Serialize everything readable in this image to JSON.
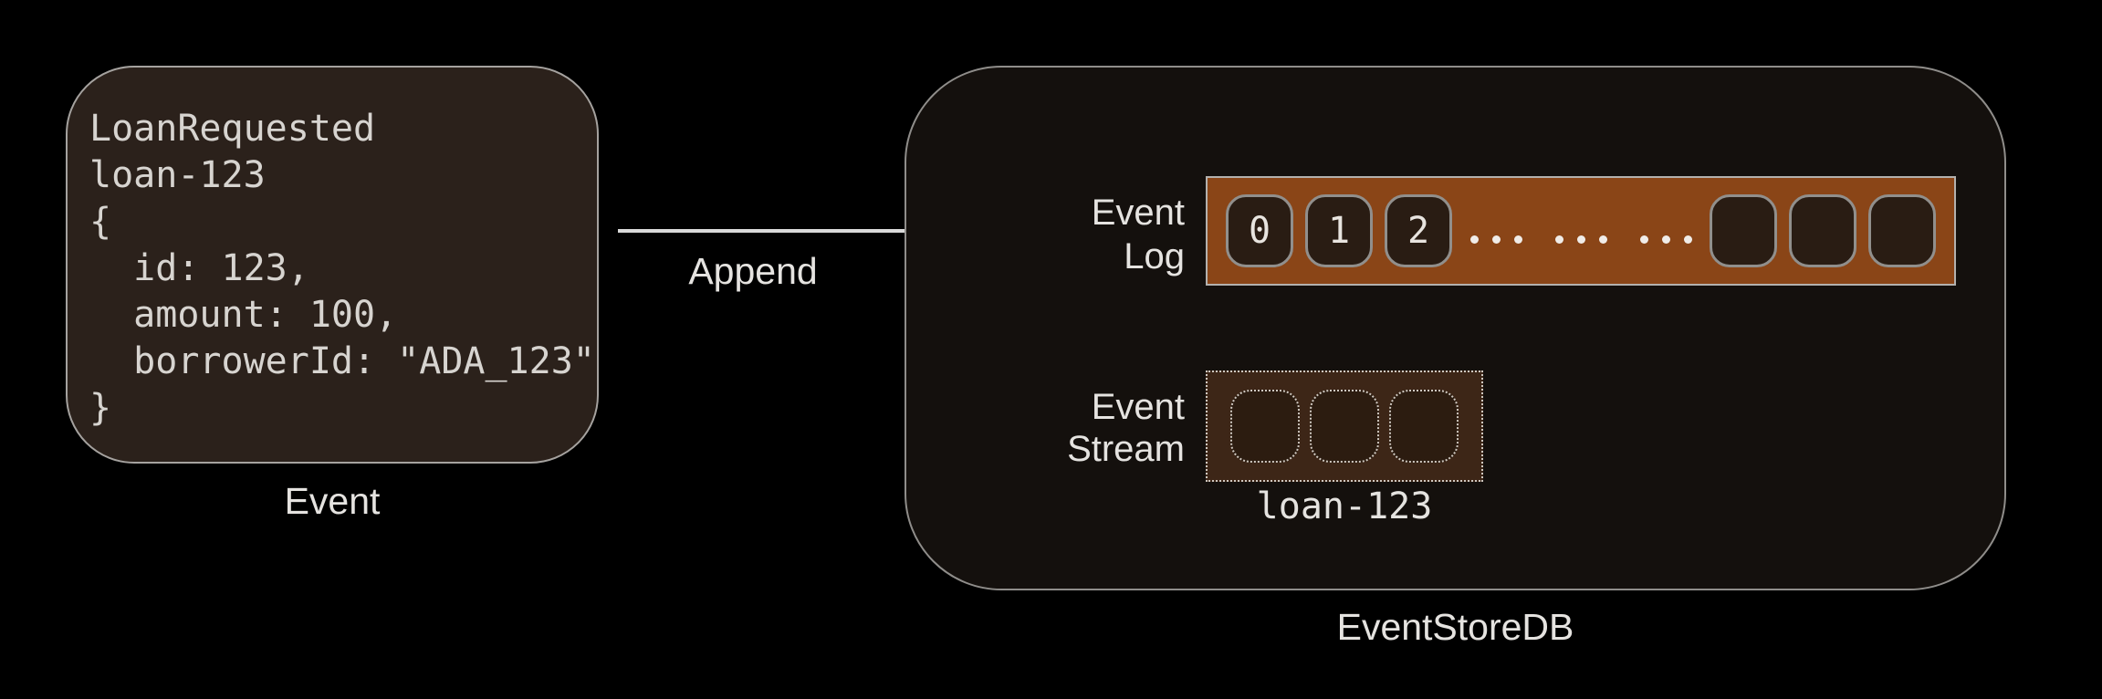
{
  "event_card": {
    "code_lines": [
      "LoanRequested",
      "loan-123",
      "{",
      "  id: 123,",
      "  amount: 100,",
      "  borrowerId: \"ADA_123\"",
      "}"
    ],
    "caption": "Event"
  },
  "append_arrow": {
    "label": "Append"
  },
  "eventstore": {
    "caption": "EventStoreDB",
    "log": {
      "label_lines": [
        "Event",
        "Log"
      ],
      "numbered_cells": [
        "0",
        "1",
        "2"
      ],
      "ellipsis_groups": [
        3,
        3,
        3
      ],
      "empty_cell_count": 3
    },
    "stream": {
      "label_lines": [
        "Event",
        "Stream"
      ],
      "empty_cell_count": 3,
      "caption": "loan-123"
    }
  },
  "colors": {
    "background": "#000000",
    "event_card_bg": "#2B211B",
    "container_bg": "#14100D",
    "log_bar_bg": "#8A4517",
    "cell_bg": "#291C13",
    "stream_bg": "#3D2617",
    "stream_cell_bg": "#2C1C10",
    "border_gray": "#A5A29F",
    "arrow": "#D9D9D9",
    "text": "#E5E3E0",
    "code_text": "#D7D4D0"
  }
}
